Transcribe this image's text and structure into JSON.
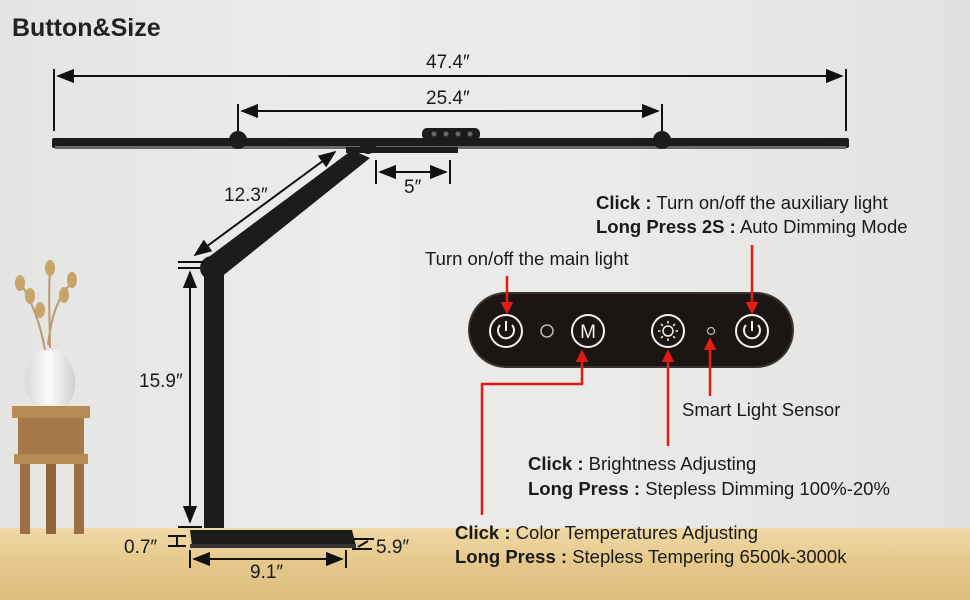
{
  "title": "Button&Size",
  "dimensions": {
    "total_width": "47.4″",
    "bar_width": "25.4″",
    "bar_offset": "5″",
    "upper_arm": "12.3″",
    "lower_arm": "15.9″",
    "base_height": "0.7″",
    "base_width": "9.1″",
    "base_depth": "5.9″"
  },
  "callouts": {
    "aux_light": {
      "click_label": "Click :",
      "click_text": " Turn on/off the auxiliary light",
      "long_label": "Long Press 2S :",
      "long_text": "  Auto Dimming Mode"
    },
    "main_light": "Turn on/off the main light",
    "sensor": "Smart Light Sensor",
    "brightness": {
      "click_label": "Click :",
      "click_text": " Brightness Adjusting",
      "long_label": "Long Press :",
      "long_text": " Stepless Dimming 100%-20%"
    },
    "color_temp": {
      "click_label": "Click :",
      "click_text": " Color Temperatures Adjusting",
      "long_label": "Long Press :",
      "long_text": " Stepless Tempering 6500k-3000k"
    }
  },
  "panel": {
    "buttons": [
      "power-main",
      "mode",
      "brightness",
      "power-aux"
    ],
    "mode_button_label": "M"
  },
  "colors": {
    "arrow": "#e51a14",
    "panel": "#1b1614",
    "lamp": "#1c1c1c",
    "desk": "#e6c88c"
  }
}
